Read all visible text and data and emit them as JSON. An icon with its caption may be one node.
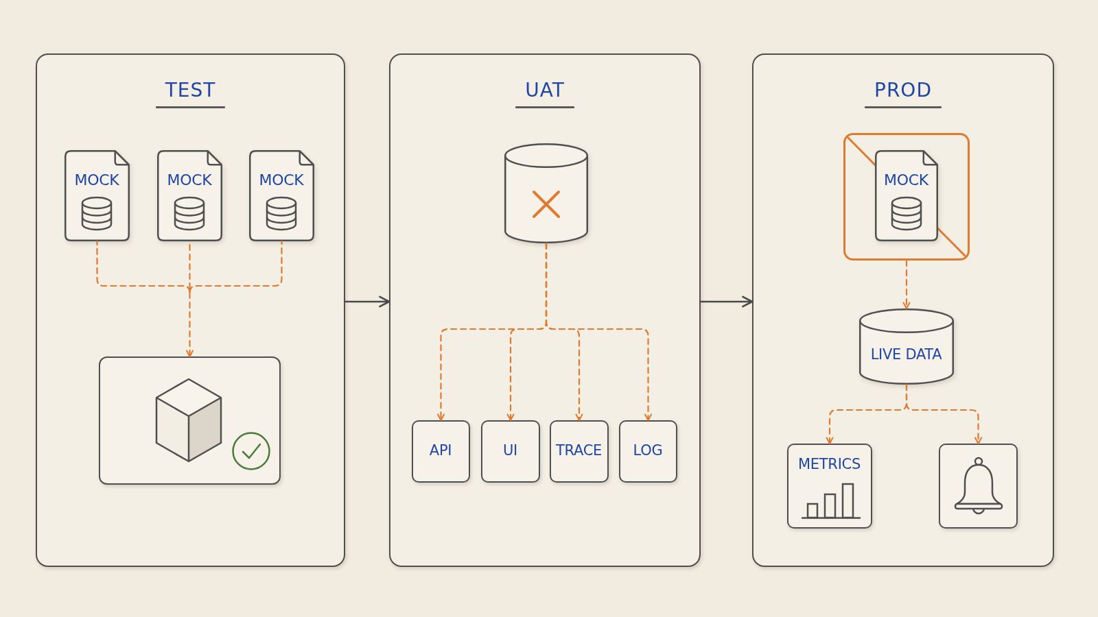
{
  "diagram": {
    "nodes": [
      {
        "text": [
          "TEST"
        ]
      },
      {
        "text": [
          "MOCK"
        ],
        "in": 0
      },
      {
        "text": [
          "MOCK"
        ],
        "in": 0
      },
      {
        "text": [
          "MOCK"
        ],
        "in": 0
      },
      {
        "text": [],
        "shape": "box",
        "in": 0
      },
      {
        "text": [
          "UAT"
        ]
      },
      {
        "text": [],
        "shape": "cylinder",
        "in": 5
      },
      {
        "text": [
          "API"
        ],
        "in": 5
      },
      {
        "text": [
          "UI"
        ],
        "in": 5
      },
      {
        "text": [
          "TRACE"
        ],
        "in": 5
      },
      {
        "text": [
          "LOG"
        ],
        "in": 5
      },
      {
        "text": [
          "PROD"
        ]
      },
      {
        "text": [],
        "shape": "box",
        "in": 11
      },
      {
        "text": [
          "MOCK"
        ],
        "in": 12
      },
      {
        "text": [
          "LIVE DATA"
        ],
        "in": 11
      },
      {
        "text": [
          "METRICS"
        ],
        "in": 11
      },
      {
        "text": [],
        "shape": "box",
        "in": 11
      }
    ],
    "edges": [
      {
        "from": 1,
        "to": 4,
        "arrow": "to",
        "style": "dashed"
      },
      {
        "from": 2,
        "to": 4,
        "arrow": "to",
        "style": "dashed"
      },
      {
        "from": 3,
        "to": 4,
        "arrow": "to",
        "style": "dashed"
      },
      {
        "from": 0,
        "to": 5,
        "arrow": "to",
        "color": "#4a4a4a"
      },
      {
        "from": 6,
        "to": 7,
        "arrow": "to",
        "style": "dashed"
      },
      {
        "from": 6,
        "to": 8,
        "arrow": "to",
        "style": "dashed"
      },
      {
        "from": 6,
        "to": 9,
        "arrow": "to",
        "style": "dashed"
      },
      {
        "from": 6,
        "to": 10,
        "arrow": "to",
        "style": "dashed"
      },
      {
        "from": 5,
        "to": 11,
        "arrow": "to",
        "color": "#4a4a4a"
      },
      {
        "from": 12,
        "to": 14,
        "arrow": "to",
        "style": "dashed"
      },
      {
        "from": 14,
        "to": 15,
        "arrow": "to",
        "style": "dashed"
      },
      {
        "from": 14,
        "to": 16,
        "arrow": "to",
        "style": "dashed"
      }
    ]
  }
}
